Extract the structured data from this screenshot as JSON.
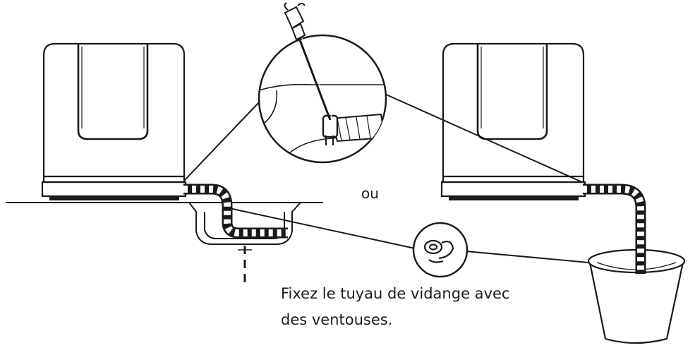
{
  "labels": {
    "or": "ou",
    "caption_line1": "Fixez le tuyau de vidange avec",
    "caption_line2": "des ventouses."
  },
  "icons": {
    "left_device": "dishwasher-device-icon",
    "right_device": "dishwasher-device-icon",
    "screwdriver": "screwdriver-icon",
    "hose_clamp": "hose-clamp-icon",
    "suction_cup": "suction-cup-icon",
    "bucket": "bucket-icon",
    "sink": "sink-icon"
  },
  "colors": {
    "line": "#1a1a1a",
    "background": "#ffffff"
  }
}
